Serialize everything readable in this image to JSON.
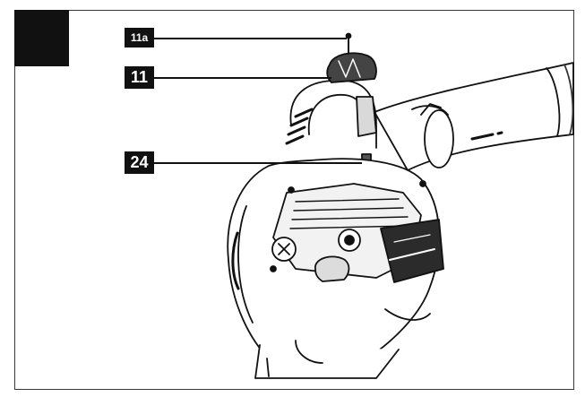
{
  "callouts": [
    {
      "id": "11a",
      "label": "11a"
    },
    {
      "id": "11",
      "label": "11"
    },
    {
      "id": "24",
      "label": "24"
    }
  ],
  "colors": {
    "ink": "#111111",
    "frame": "#3a3a3a",
    "shade": "#bdbdbd",
    "light": "#e6e6e6"
  }
}
